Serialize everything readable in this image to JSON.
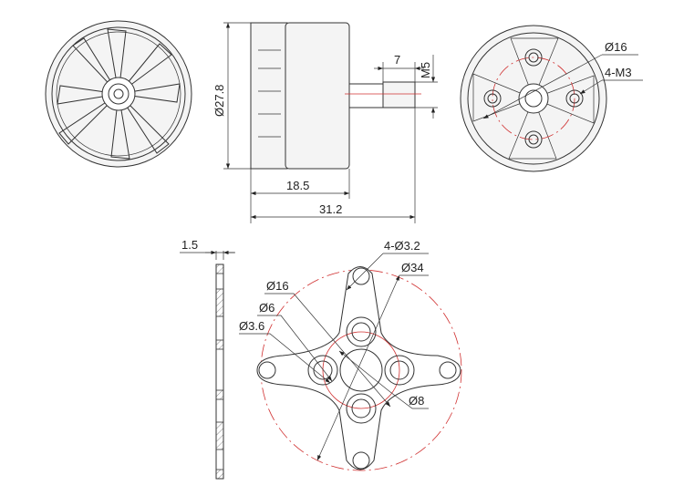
{
  "title": "Motor dimension drawing",
  "colors": {
    "line": "#333333",
    "center_line": "#d03030"
  },
  "motor_side": {
    "diameter": "Ø27.8",
    "shaft_length": "7",
    "shaft_thread": "M5",
    "body_length": "18.5",
    "total_length": "31.2"
  },
  "motor_bottom": {
    "bolt_circle": "Ø16",
    "mount_threads": "4-M3"
  },
  "mount_plate": {
    "thickness": "1.5",
    "outer_holes": "4-Ø3.2",
    "outer_circle": "Ø34",
    "inner_circle": "Ø16",
    "boss_diameter": "Ø6",
    "inner_hole": "Ø3.6",
    "center_hole": "Ø8"
  }
}
